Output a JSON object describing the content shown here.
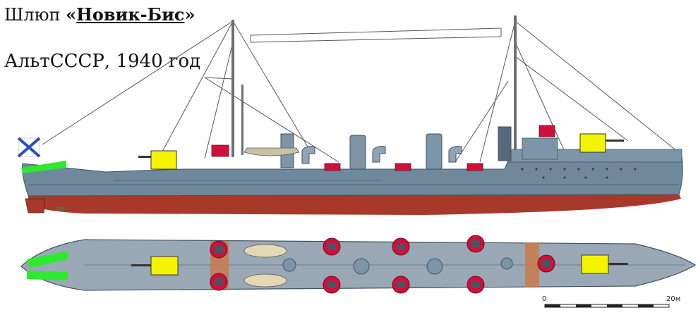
{
  "header": {
    "prefix": "Шлюп ",
    "quote_open": "«",
    "ship_name": "Новик-Бис",
    "quote_close": "»",
    "subtitle": "АльтСССР, 1940 год"
  },
  "scale": {
    "start": "0",
    "end": "20",
    "unit": "м"
  },
  "colors": {
    "hull_grey": "#6f889c",
    "hull_dark": "#4f6577",
    "underwater_red": "#a8392a",
    "gun_yellow": "#f4f400",
    "marker_green": "#2ee92e",
    "deck_grey": "#9aa8b6",
    "mount_red": "#d0103a",
    "funnel_grey": "#7e95a8"
  }
}
